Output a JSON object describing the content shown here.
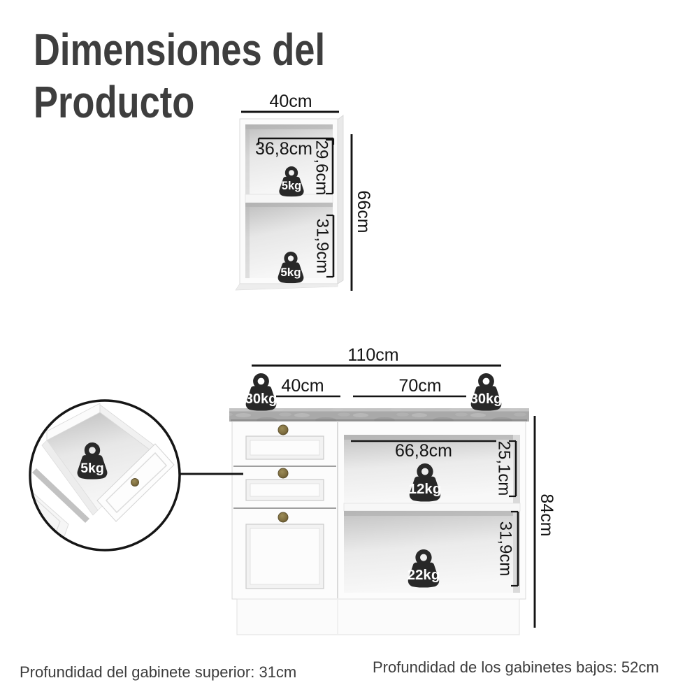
{
  "title": {
    "line1": "Dimensiones del",
    "line2": "Producto"
  },
  "upper_cabinet": {
    "width_label": "40cm",
    "height_label": "66cm",
    "compartment_top": {
      "width_label": "36,8cm",
      "height_label": "29,6cm",
      "max_weight": "5kg"
    },
    "compartment_bottom": {
      "height_label": "31,9cm",
      "max_weight": "5kg"
    }
  },
  "lower_cabinet": {
    "total_width_label": "110cm",
    "drawer_section_width_label": "40cm",
    "open_section_width_label": "70cm",
    "height_label": "84cm",
    "countertop_max_weight_left": "30kg",
    "countertop_max_weight_right": "30kg",
    "open_compartment_top": {
      "width_label": "66,8cm",
      "height_label": "25,1cm",
      "max_weight": "12kg"
    },
    "open_compartment_bottom": {
      "height_label": "31,9cm",
      "max_weight": "22kg"
    }
  },
  "drawer_detail": {
    "max_weight": "5kg"
  },
  "footnotes": {
    "upper_depth": "Profundidad del gabinete superior: 31cm",
    "lower_depth": "Profundidad de los gabinetes bajos: 52cm"
  },
  "colors": {
    "dimension_lines": "#141414",
    "weight_badge": "#282828",
    "weight_text": "#ffffff",
    "countertop_gray": "#a9a9a9",
    "knob_brass": "#7c6b3d",
    "title_text": "#3e3e3e"
  }
}
